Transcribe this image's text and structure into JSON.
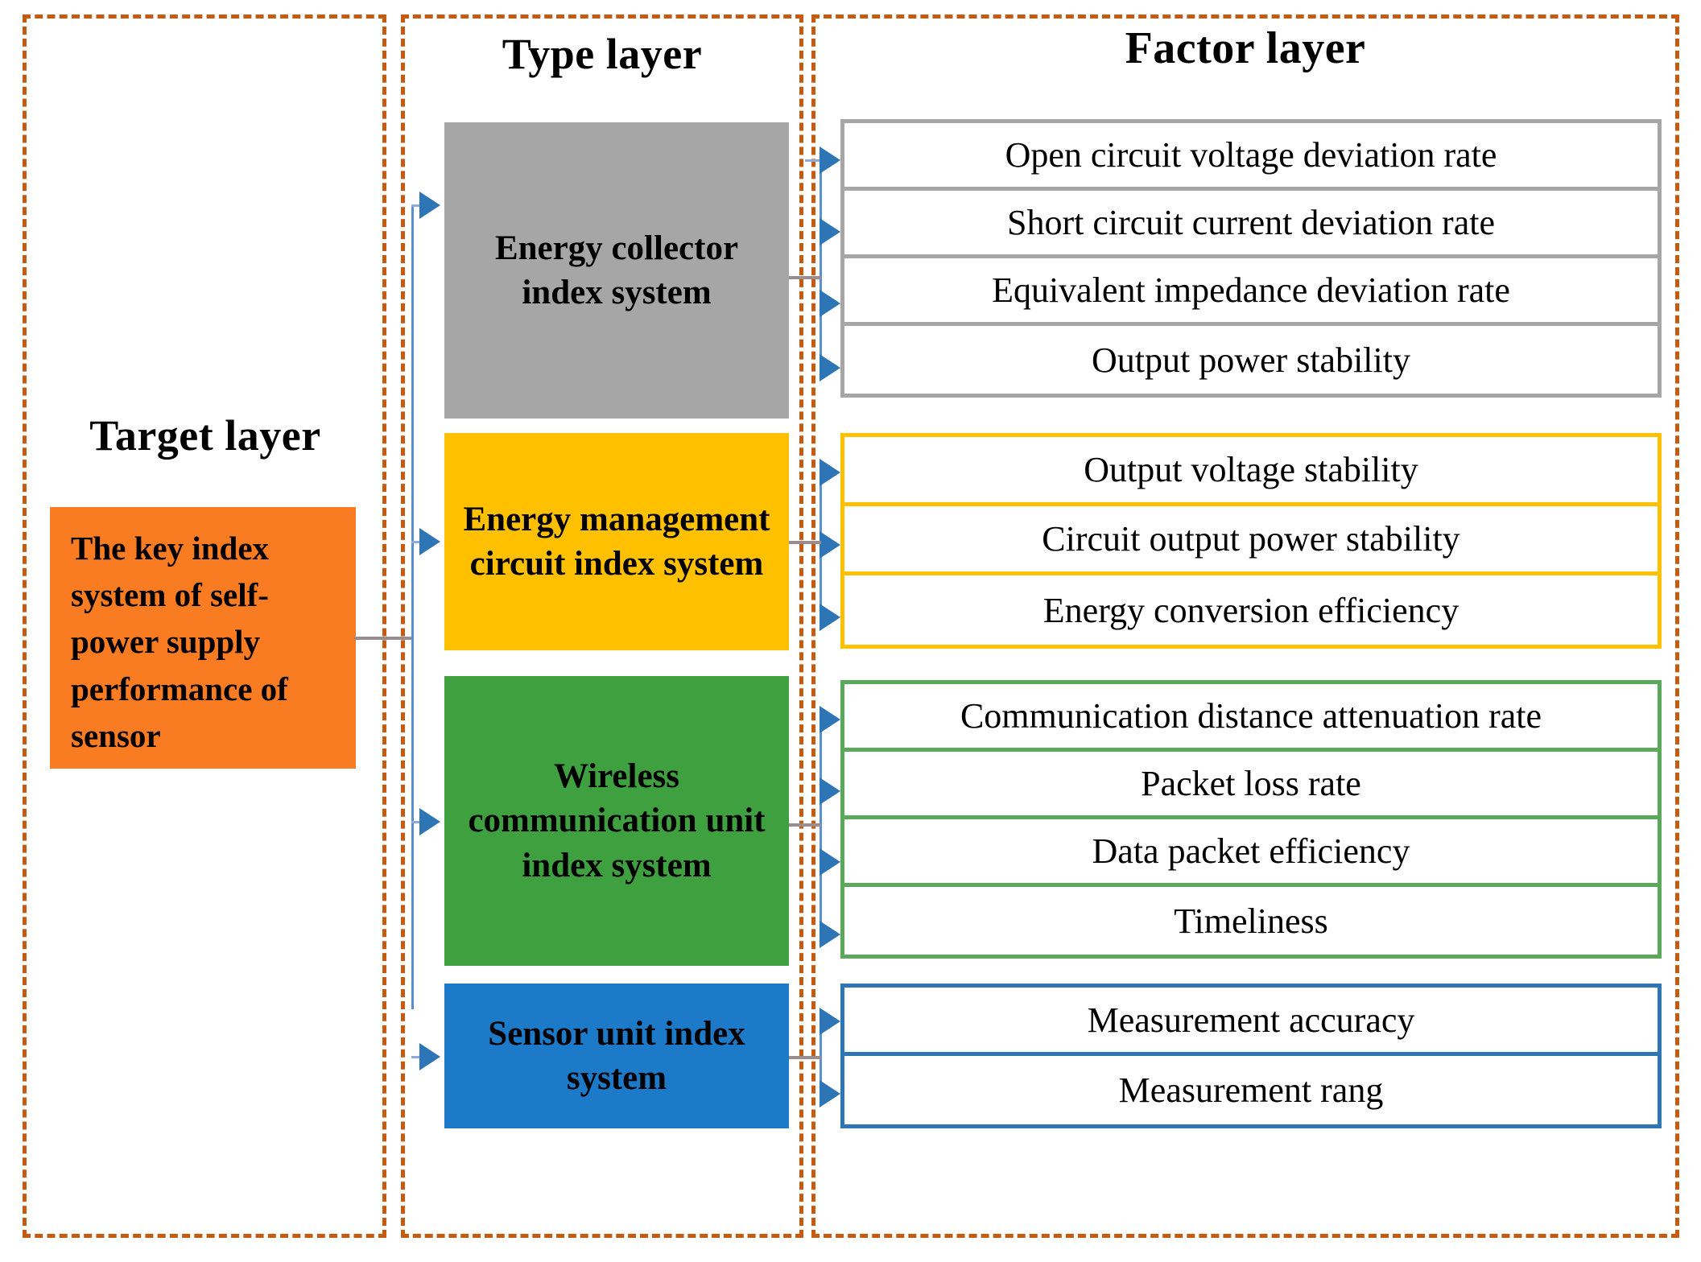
{
  "columns": [
    {
      "id": "target",
      "title": "Target layer"
    },
    {
      "id": "type",
      "title": "Type layer"
    },
    {
      "id": "factor",
      "title": "Factor layer"
    }
  ],
  "target": {
    "label": "The key index system of self-power supply performance of sensor",
    "color": "#f97c22"
  },
  "types": [
    {
      "label": "Energy collector index system",
      "color": "#a6a6a6"
    },
    {
      "label": "Energy management circuit index system",
      "color": "#ffc000"
    },
    {
      "label": "Wireless communication unit index system",
      "color": "#3ea03e"
    },
    {
      "label": "Sensor unit index system",
      "color": "#1d7ac8"
    }
  ],
  "factor_groups": [
    {
      "border_color": "#a6a6a6",
      "items": [
        "Open circuit voltage deviation rate",
        "Short circuit current deviation rate",
        "Equivalent impedance deviation rate",
        "Output power stability"
      ]
    },
    {
      "border_color": "#ffc000",
      "items": [
        "Output voltage stability",
        "Circuit output power stability",
        "Energy conversion efficiency"
      ]
    },
    {
      "border_color": "#5aa85a",
      "items": [
        "Communication distance attenuation rate",
        "Packet loss rate",
        "Data packet efficiency",
        "Timeliness"
      ]
    },
    {
      "border_color": "#2e75b6",
      "items": [
        "Measurement accuracy",
        "Measurement rang"
      ]
    }
  ],
  "palette": {
    "frame_dashed": "#c55a11",
    "arrow": "#2e75b6",
    "connector": "#8faadc"
  }
}
